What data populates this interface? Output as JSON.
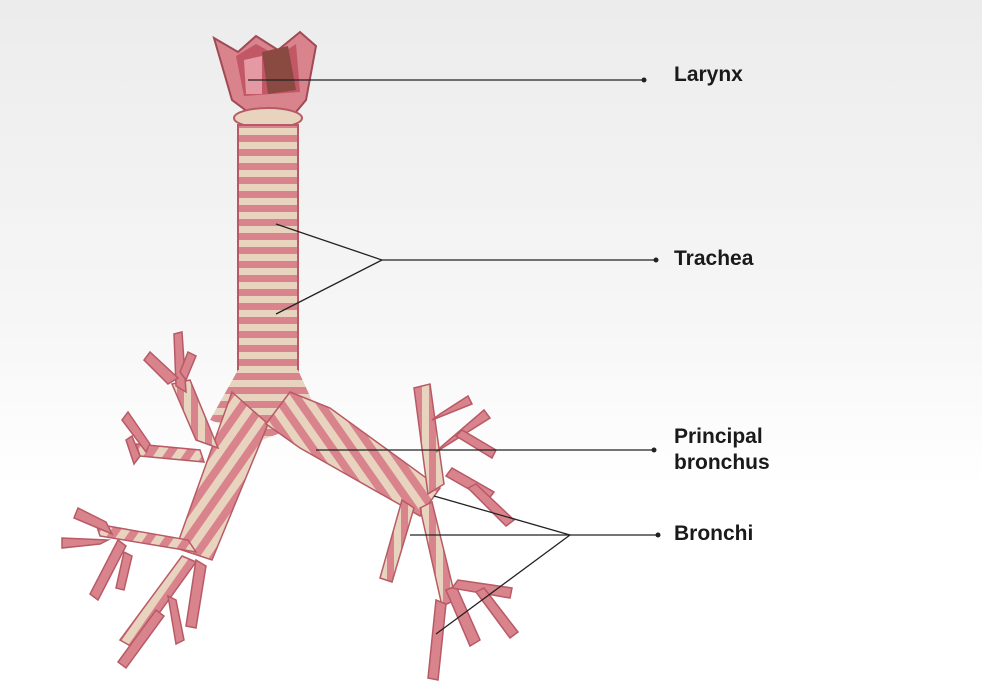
{
  "labels": {
    "larynx": "Larynx",
    "trachea": "Trachea",
    "principal_bronchus": "Principal\nbronchus",
    "bronchi": "Bronchi"
  },
  "colors": {
    "tissue_pink": "#d9838c",
    "tissue_dark": "#b85a66",
    "cartilage": "#e8d3bf",
    "leader_line": "#222222"
  }
}
